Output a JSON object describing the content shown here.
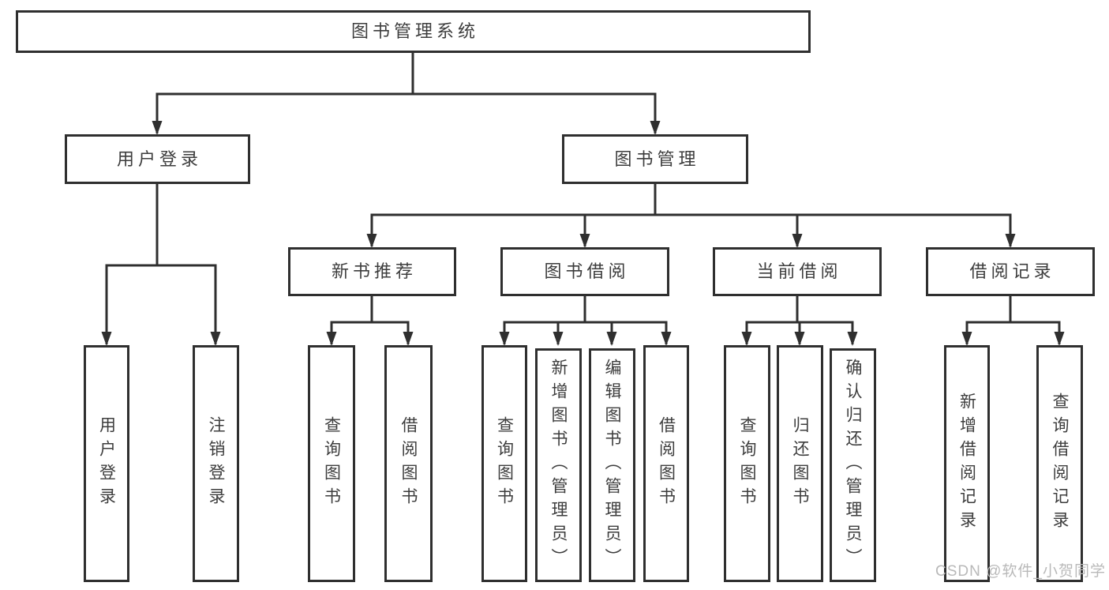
{
  "diagram": {
    "root": {
      "label": "图书管理系统",
      "children": [
        {
          "label": "用户登录",
          "children": [
            {
              "label": "用户登录"
            },
            {
              "label": "注销登录"
            }
          ]
        },
        {
          "label": "图书管理",
          "children": [
            {
              "label": "新书推荐",
              "children": [
                {
                  "label": "查询图书"
                },
                {
                  "label": "借阅图书"
                }
              ]
            },
            {
              "label": "图书借阅",
              "children": [
                {
                  "label": "查询图书"
                },
                {
                  "label": "新增图书（管理员）"
                },
                {
                  "label": "编辑图书（管理员）"
                },
                {
                  "label": "借阅图书"
                }
              ]
            },
            {
              "label": "当前借阅",
              "children": [
                {
                  "label": "查询图书"
                },
                {
                  "label": "归还图书"
                },
                {
                  "label": "确认归还（管理员）"
                }
              ]
            },
            {
              "label": "借阅记录",
              "children": [
                {
                  "label": "新增借阅记录"
                },
                {
                  "label": "查询借阅记录"
                }
              ]
            }
          ]
        }
      ]
    }
  },
  "watermark": {
    "text": "CSDN @软件_小贺同学"
  },
  "colors": {
    "line": "#2f2f2f",
    "box_border": "#2f2f2f",
    "text": "#3d3d3d",
    "watermark": "#b9b9b9",
    "background": "#ffffff"
  }
}
